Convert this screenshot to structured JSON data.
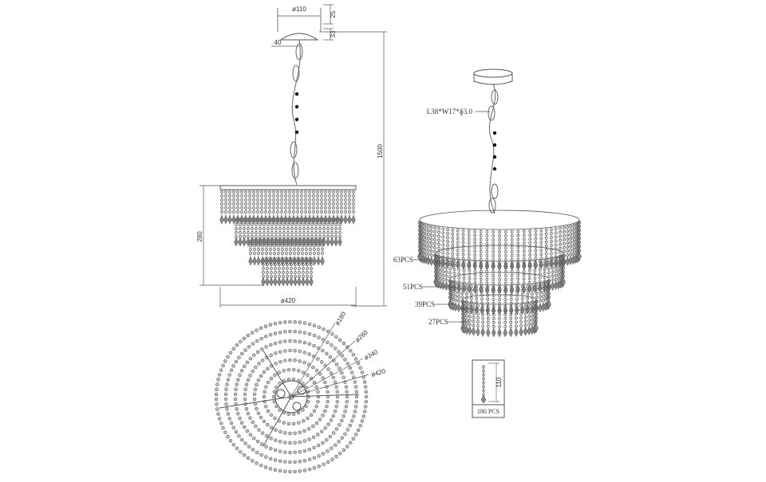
{
  "dimensions": {
    "canopy_diameter": "ø110",
    "canopy_height": "25",
    "canopy_offset": "33",
    "hook_width": "40",
    "total_height": "1500",
    "body_height": "280",
    "body_diameter": "ø420"
  },
  "plan_view": {
    "ring_labels": [
      "ø180",
      "ø260",
      "ø340",
      "ø420"
    ]
  },
  "chain_spec": "L38*W17*ɸ3.0",
  "crystal_counts": [
    {
      "label": "63PCS"
    },
    {
      "label": "51PCS"
    },
    {
      "label": "39PCS"
    },
    {
      "label": "27PCS"
    }
  ],
  "crystal_detail": {
    "length": "110",
    "count": "180 PCS"
  },
  "colors": {
    "line": "#555555",
    "crystal": "#8a8a8a",
    "crystal_dark": "#4a4a4a",
    "chain": "#666666",
    "dot": "#111111"
  }
}
